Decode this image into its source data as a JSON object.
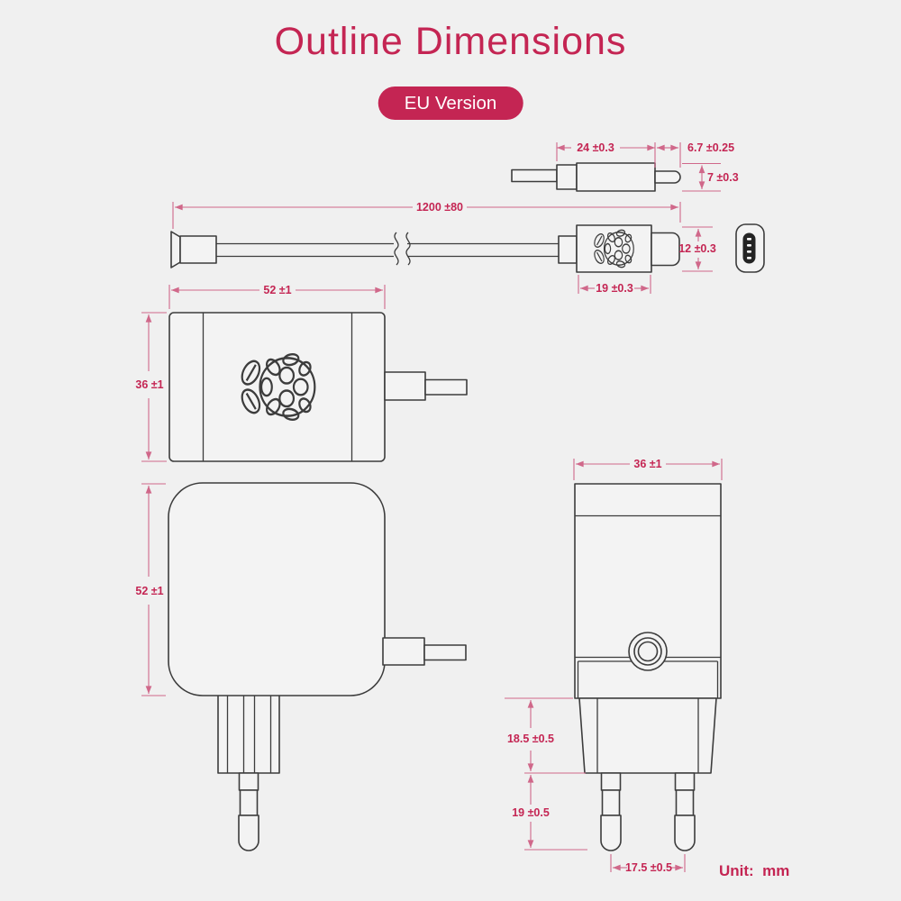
{
  "header": {
    "title": "Outline Dimensions",
    "badge": "EU Version"
  },
  "footer": {
    "unit_label": "Unit:  mm"
  },
  "colors": {
    "accent": "#c42553",
    "dim_line": "#d0688a",
    "drawing_stroke": "#3c3c3c",
    "background": "#f0f0f0",
    "badge_text": "#ffffff",
    "usbc_pill": "#242424"
  },
  "views": {
    "usb_plug_side": {
      "label": "usb-c-plug-side-view",
      "dims": {
        "body_length": "24 ±0.3",
        "tip_length": "6.7 ±0.25",
        "body_thickness": "7 ±0.3"
      }
    },
    "cable_assembly": {
      "label": "cable-assembly-top-view",
      "dims": {
        "cable_length": "1200 ±80",
        "plug_width": "12 ±0.3",
        "plug_body_length": "19 ±0.3"
      }
    },
    "adapter_top": {
      "label": "power-adapter-top-view",
      "dims": {
        "body_width": "52 ±1",
        "body_depth": "36 ±1"
      }
    },
    "adapter_front": {
      "label": "power-adapter-front-view",
      "dims": {
        "body_height": "52 ±1"
      }
    },
    "adapter_side": {
      "label": "power-adapter-side-view",
      "dims": {
        "body_depth": "36 ±1",
        "base_height": "18.5 ±0.5",
        "pin_length": "19 ±0.5",
        "pin_spacing": "17.5 ±0.5"
      }
    }
  }
}
